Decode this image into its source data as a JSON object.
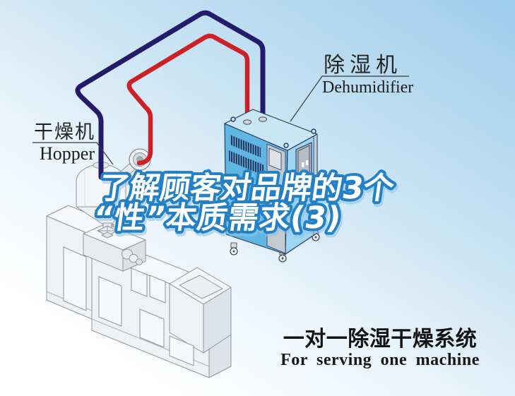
{
  "title": {
    "line1": "了解顾客对品牌的3个",
    "line2": "“性”本质需求(3)",
    "fill_color": "#ffffff",
    "outline_color": "#2380c5"
  },
  "labels": {
    "hopper": {
      "cn": "干燥机",
      "en": "Hopper"
    },
    "dehumidifier": {
      "cn": "除湿机",
      "en": "Dehumidifier"
    }
  },
  "caption": {
    "cn": "一对一除湿干燥系统",
    "en": "For serving one machine"
  },
  "colors": {
    "pipe_red": "#cc2127",
    "pipe_navy": "#241b6d",
    "dehumidifier_left_face": "#5fb6e3",
    "dehumidifier_right_face": "#9ed5f0",
    "dehumidifier_top_face": "#c9e6f5",
    "sky_top": "#9dcceb",
    "line_art": "#8e969e"
  }
}
